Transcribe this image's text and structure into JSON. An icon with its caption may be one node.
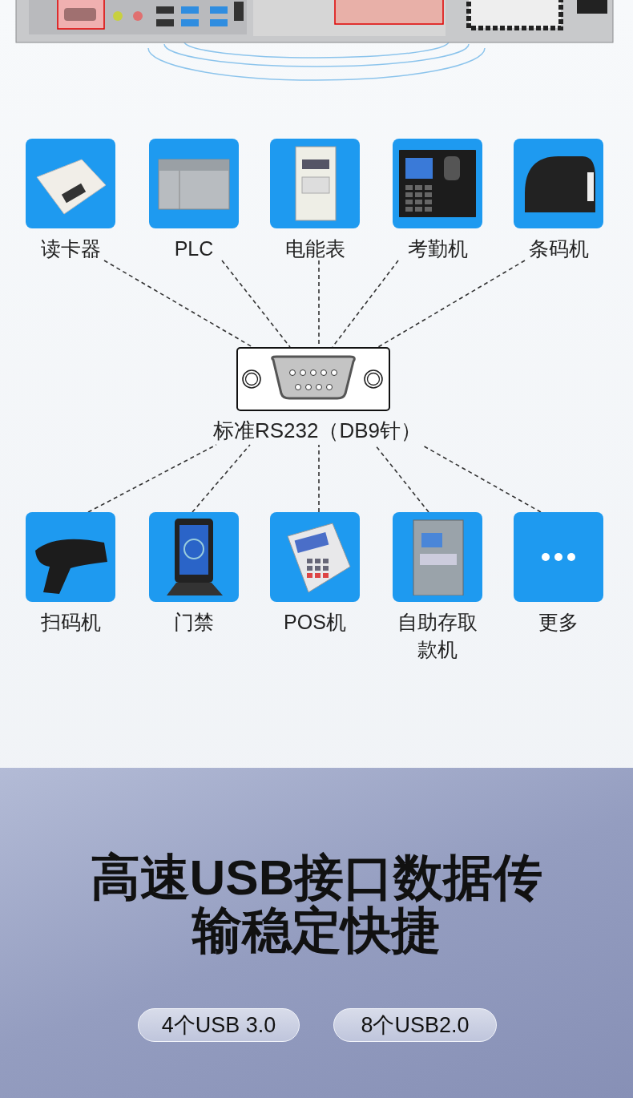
{
  "diagram": {
    "title": "高速USB接口数据传输稳定快捷",
    "nodes": [
      {
        "text": [
          "读卡器"
        ]
      },
      {
        "text": [
          "PLC"
        ]
      },
      {
        "text": [
          "电能表"
        ]
      },
      {
        "text": [
          "考勤机"
        ]
      },
      {
        "text": [
          "条码机"
        ]
      },
      {
        "text": [
          "标准RS232（DB9针）"
        ]
      },
      {
        "text": [
          "扫码机"
        ]
      },
      {
        "text": [
          "门禁"
        ]
      },
      {
        "text": [
          "POS机"
        ]
      },
      {
        "text": [
          "自助存取款机"
        ]
      },
      {
        "text": [
          "更多"
        ]
      },
      {
        "text": [
          "4个USB 3.0"
        ]
      },
      {
        "text": [
          "8个USB2.0"
        ]
      }
    ],
    "edges": [
      {
        "from": 0,
        "to": 5,
        "arrow": "none",
        "style": "dashed"
      },
      {
        "from": 1,
        "to": 5,
        "arrow": "none",
        "style": "dashed"
      },
      {
        "from": 2,
        "to": 5,
        "arrow": "none",
        "style": "dashed"
      },
      {
        "from": 3,
        "to": 5,
        "arrow": "none",
        "style": "dashed"
      },
      {
        "from": 4,
        "to": 5,
        "arrow": "none",
        "style": "dashed"
      },
      {
        "from": 6,
        "to": 5,
        "arrow": "none",
        "style": "dashed"
      },
      {
        "from": 7,
        "to": 5,
        "arrow": "none",
        "style": "dashed"
      },
      {
        "from": 8,
        "to": 5,
        "arrow": "none",
        "style": "dashed"
      },
      {
        "from": 9,
        "to": 5,
        "arrow": "none",
        "style": "dashed"
      },
      {
        "from": 10,
        "to": 5,
        "arrow": "none",
        "style": "dashed"
      }
    ]
  }
}
